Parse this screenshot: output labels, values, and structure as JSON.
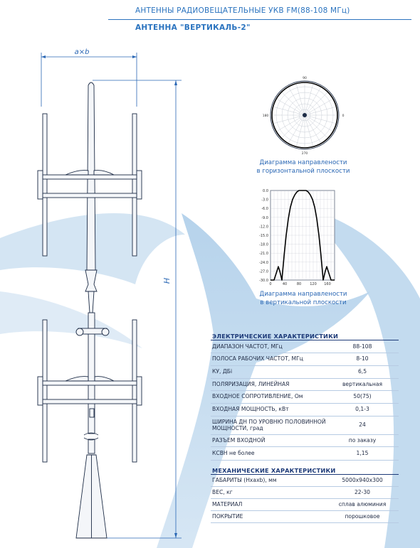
{
  "header": {
    "title": "АНТЕННЫ РАДИОВЕЩАТЕЛЬНЫЕ УКВ FM(88-108 МГц)",
    "subtitle": "АНТЕННА \"ВЕРТИКАЛЬ-2\""
  },
  "drawing": {
    "dim_width_label": "a×b",
    "dim_height_label": "H"
  },
  "pattern_horizontal": {
    "caption_line1": "Диаграмма направлености",
    "caption_line2": "в горизонтальной плоскости",
    "angle_labels": [
      "90",
      "0",
      "270",
      "180"
    ]
  },
  "pattern_vertical": {
    "caption_line1": "Диаграмма направлености",
    "caption_line2": "в вертикальной плоскости",
    "y_ticks": [
      "0.0",
      "-3.0",
      "-6.0",
      "-9.0",
      "-12.0",
      "-15.0",
      "-18.0",
      "-21.0",
      "-24.0",
      "-27.0",
      "-30.0"
    ],
    "x_ticks": [
      "0",
      "40",
      "80",
      "120",
      "160"
    ],
    "chart_data": {
      "type": "line",
      "x": [
        0,
        10,
        18,
        22,
        26,
        32,
        38,
        44,
        50,
        56,
        62,
        68,
        74,
        80,
        86,
        90,
        94,
        100,
        106,
        112,
        118,
        124,
        130,
        136,
        142,
        148,
        154,
        158,
        162,
        170,
        180
      ],
      "y": [
        -30,
        -30,
        -27,
        -25.5,
        -27,
        -30,
        -22,
        -15,
        -9.5,
        -5.5,
        -3,
        -1.5,
        -0.5,
        0,
        0,
        0,
        0,
        0,
        -0.5,
        -1.5,
        -3,
        -5.5,
        -9.5,
        -15,
        -22,
        -30,
        -27,
        -25.5,
        -27,
        -30,
        -30
      ],
      "xlim": [
        0,
        180
      ],
      "ylim": [
        -30,
        0
      ],
      "grid": true
    }
  },
  "electrical": {
    "title": "ЭЛЕКТРИЧЕСКИЕ ХАРАКТЕРИСТИКИ",
    "rows": [
      {
        "k": "ДИАПАЗОН ЧАСТОТ, МГц",
        "v": "88-108"
      },
      {
        "k": "ПОЛОСА РАБОЧИХ ЧАСТОТ, МГц",
        "v": "8-10"
      },
      {
        "k": "КУ, ДБі",
        "v": "6,5"
      },
      {
        "k": "ПОЛЯРИЗАЦИЯ, ЛИНЕЙНАЯ",
        "v": "вертикальная"
      },
      {
        "k": "ВХОДНОЕ СОПРОТИВЛЕНИЕ, Ом",
        "v": "50(75)"
      },
      {
        "k": "ВХОДНАЯ МОЩНОСТЬ, кВт",
        "v": "0,1-3"
      },
      {
        "k": "ШИРИНА ДН ПО УРОВНЮ ПОЛОВИННОЙ МОЩНОСТИ, град",
        "v": "24"
      },
      {
        "k": "РАЗЪЕМ ВХОДНОЙ",
        "v": "по заказу"
      },
      {
        "k": "КСВН не более",
        "v": "1,15"
      }
    ]
  },
  "mechanical": {
    "title": "МЕХАНИЧЕСКИЕ ХАРАКТЕРИСТИКИ",
    "rows": [
      {
        "k": "ГАБАРИТЫ (Нхахb), мм",
        "v": "5000х940х300"
      },
      {
        "k": "ВЕС, кг",
        "v": "22-30"
      },
      {
        "k": "МАТЕРИАЛ",
        "v": "сплав алюминия"
      },
      {
        "k": "ПОКРЫТИЕ",
        "v": "порошковое"
      }
    ]
  }
}
